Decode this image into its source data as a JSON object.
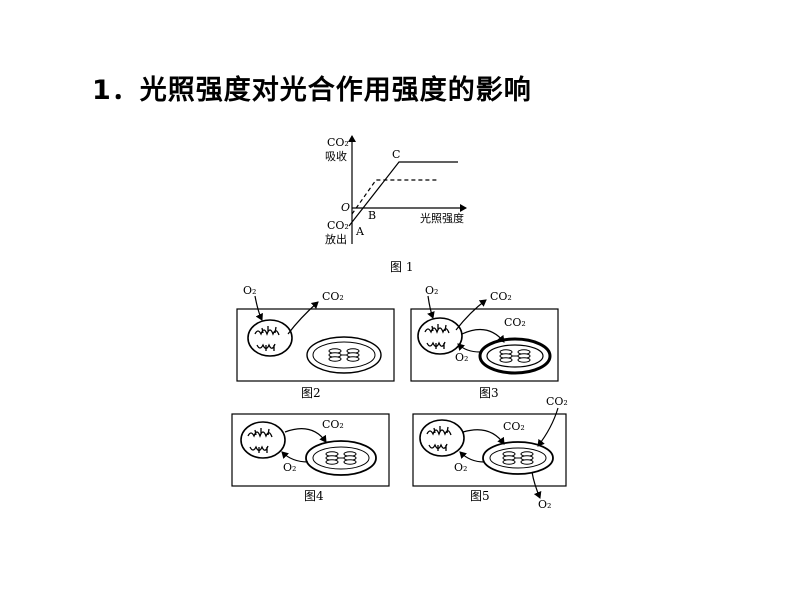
{
  "slide": {
    "number": "1．",
    "title": "光照强度对光合作用强度的影响"
  },
  "graph": {
    "caption": "图 1",
    "y_top_label": "CO₂",
    "y_top_label2": "吸收",
    "y_bottom_label": "CO₂",
    "y_bottom_label2": "放出",
    "x_label": "光照强度",
    "origin": "O",
    "point_a": "A",
    "point_b": "B",
    "point_c": "C"
  },
  "cells": {
    "fig2_caption": "图2",
    "fig3_caption": "图3",
    "fig4_caption": "图4",
    "fig5_caption": "图5",
    "o2": "O₂",
    "co2": "CO₂"
  },
  "chart_data": {
    "type": "line",
    "title": "",
    "xlabel": "光照强度",
    "ylabel": "CO₂ 吸收 / CO₂ 放出",
    "series": [
      {
        "name": "",
        "style": "solid",
        "points": [
          [
            "A",
            -1.0
          ],
          [
            "B",
            0
          ],
          [
            "C",
            2.0
          ],
          [
            "plateau",
            2.0
          ]
        ]
      },
      {
        "name": "",
        "style": "dashed",
        "points": [
          [
            "start",
            -0.3
          ],
          [
            "turn",
            1.1
          ],
          [
            "plateau",
            1.1
          ]
        ]
      }
    ]
  }
}
